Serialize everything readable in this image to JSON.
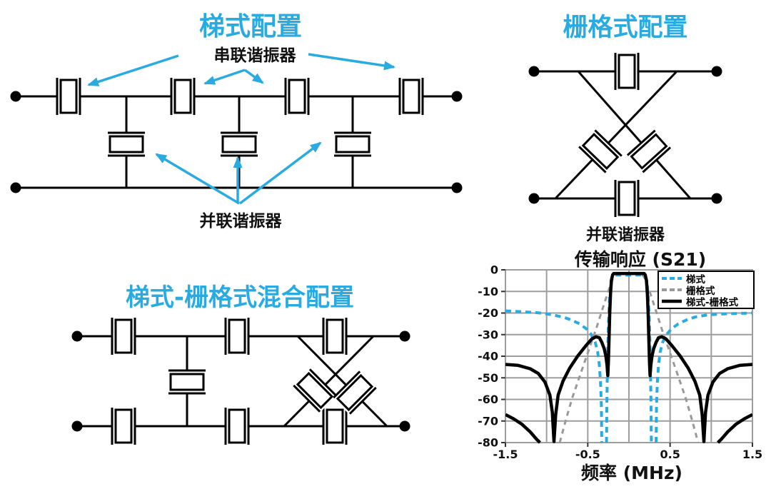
{
  "colors": {
    "accent_blue": "#29ABE2",
    "lattice_gray": "#999999",
    "hybrid_black": "#000000"
  },
  "ladder_panel": {
    "title": "梯式配置",
    "series_resonator_label": "串联谐振器",
    "shunt_resonator_label": "并联谐振器"
  },
  "lattice_panel": {
    "title": "栅格式配置",
    "shunt_resonator_label": "并联谐振器"
  },
  "hybrid_panel": {
    "title": "梯式-栅格式混合配置"
  },
  "chart_data": {
    "type": "line",
    "title": "传输响应 (S21)",
    "xlabel": "频率 (MHz)",
    "ylabel": "",
    "xlim": [
      -1.5,
      1.5
    ],
    "ylim": [
      -80,
      0
    ],
    "grid": true,
    "legend_position": "top-right",
    "xticks": [
      -1.5,
      -1.0,
      -0.5,
      0,
      0.5,
      1.0,
      1.5
    ],
    "xtick_labels": [
      "-1.5",
      "",
      "-0.5",
      "",
      "0.5",
      "",
      "1.5"
    ],
    "yticks": [
      0,
      -10,
      -20,
      -30,
      -40,
      -50,
      -60,
      -70,
      -80
    ],
    "ytick_labels": [
      "0",
      "-10",
      "-20",
      "-30",
      "-40",
      "-50",
      "-60",
      "-70",
      "-80"
    ],
    "series": [
      {
        "name": "梯式",
        "color": "#29ABE2",
        "style": "dashed",
        "width": 4,
        "dash": [
          8,
          6
        ],
        "segments": [
          [
            [
              -1.5,
              -19
            ],
            [
              -1.3,
              -19.4
            ],
            [
              -1.1,
              -19.9
            ],
            [
              -0.95,
              -20.7
            ],
            [
              -0.8,
              -21.9
            ],
            [
              -0.7,
              -23.2
            ],
            [
              -0.6,
              -25
            ],
            [
              -0.52,
              -27.2
            ],
            [
              -0.46,
              -29.8
            ],
            [
              -0.41,
              -33.5
            ],
            [
              -0.38,
              -38
            ],
            [
              -0.36,
              -44
            ],
            [
              -0.345,
              -52
            ],
            [
              -0.335,
              -63
            ],
            [
              -0.33,
              -80
            ]
          ],
          [
            [
              -0.272,
              -80
            ],
            [
              -0.268,
              -62
            ],
            [
              -0.262,
              -47
            ],
            [
              -0.254,
              -32
            ],
            [
              -0.244,
              -20
            ],
            [
              -0.232,
              -11
            ],
            [
              -0.218,
              -5.5
            ],
            [
              -0.2,
              -3
            ],
            [
              -0.17,
              -2.4
            ],
            [
              0,
              -2.4
            ],
            [
              0.17,
              -2.4
            ],
            [
              0.2,
              -3
            ],
            [
              0.218,
              -5.5
            ],
            [
              0.232,
              -11
            ],
            [
              0.244,
              -20
            ],
            [
              0.254,
              -32
            ],
            [
              0.262,
              -47
            ],
            [
              0.268,
              -62
            ],
            [
              0.272,
              -80
            ]
          ],
          [
            [
              0.33,
              -80
            ],
            [
              0.335,
              -63
            ],
            [
              0.345,
              -52
            ],
            [
              0.36,
              -44
            ],
            [
              0.38,
              -38
            ],
            [
              0.41,
              -33.5
            ],
            [
              0.46,
              -29.8
            ],
            [
              0.52,
              -27.2
            ],
            [
              0.6,
              -25
            ],
            [
              0.7,
              -23.2
            ],
            [
              0.8,
              -21.9
            ],
            [
              0.95,
              -20.9
            ],
            [
              1.1,
              -20.5
            ],
            [
              1.3,
              -20.2
            ],
            [
              1.5,
              -20
            ]
          ]
        ]
      },
      {
        "name": "栅格式",
        "color": "#999999",
        "style": "dashed",
        "width": 3,
        "dash": [
          7,
          6
        ],
        "segments": [
          [
            [
              -0.84,
              -80
            ],
            [
              -0.77,
              -70
            ],
            [
              -0.69,
              -59.5
            ],
            [
              -0.6,
              -49.5
            ],
            [
              -0.5,
              -38.5
            ],
            [
              -0.4,
              -27.5
            ],
            [
              -0.32,
              -18
            ],
            [
              -0.26,
              -11
            ],
            [
              -0.215,
              -6
            ],
            [
              -0.185,
              -3.3
            ],
            [
              -0.155,
              -2.1
            ],
            [
              -0.1,
              -1.8
            ],
            [
              0.1,
              -1.8
            ],
            [
              0.155,
              -2.1
            ],
            [
              0.185,
              -3.3
            ],
            [
              0.215,
              -6
            ],
            [
              0.26,
              -11
            ],
            [
              0.32,
              -18
            ],
            [
              0.4,
              -27.5
            ],
            [
              0.5,
              -38.5
            ],
            [
              0.6,
              -49.5
            ],
            [
              0.69,
              -59.5
            ],
            [
              0.77,
              -70
            ],
            [
              0.84,
              -80
            ]
          ]
        ]
      },
      {
        "name": "梯式-栅格式",
        "color": "#000000",
        "style": "solid",
        "width": 4.5,
        "segments": [
          [
            [
              -1.5,
              -43.8
            ],
            [
              -1.35,
              -44.2
            ],
            [
              -1.2,
              -45.8
            ],
            [
              -1.1,
              -48
            ],
            [
              -1.02,
              -52
            ],
            [
              -0.96,
              -58
            ],
            [
              -0.93,
              -66
            ],
            [
              -0.91,
              -79.5
            ],
            [
              -0.89,
              -67
            ],
            [
              -0.86,
              -58
            ],
            [
              -0.8,
              -51.5
            ],
            [
              -0.72,
              -45.5
            ],
            [
              -0.62,
              -39.8
            ],
            [
              -0.52,
              -35
            ],
            [
              -0.45,
              -32
            ],
            [
              -0.4,
              -31
            ],
            [
              -0.36,
              -31.4
            ],
            [
              -0.33,
              -33.5
            ],
            [
              -0.3,
              -36.5
            ],
            [
              -0.28,
              -40
            ],
            [
              -0.266,
              -44
            ],
            [
              -0.257,
              -49
            ],
            [
              -0.249,
              -42
            ],
            [
              -0.241,
              -31
            ],
            [
              -0.233,
              -20
            ],
            [
              -0.224,
              -11
            ],
            [
              -0.212,
              -4.8
            ],
            [
              -0.198,
              -2.3
            ],
            [
              -0.185,
              -1.7
            ],
            [
              0,
              -1.7
            ],
            [
              0.185,
              -1.7
            ],
            [
              0.198,
              -2.3
            ],
            [
              0.212,
              -4.8
            ],
            [
              0.224,
              -11
            ],
            [
              0.233,
              -20
            ],
            [
              0.241,
              -31
            ],
            [
              0.249,
              -42
            ],
            [
              0.257,
              -49
            ],
            [
              0.266,
              -44
            ],
            [
              0.28,
              -40
            ],
            [
              0.3,
              -36.5
            ],
            [
              0.33,
              -33.5
            ],
            [
              0.36,
              -31.4
            ],
            [
              0.4,
              -31
            ],
            [
              0.45,
              -32
            ],
            [
              0.52,
              -35
            ],
            [
              0.62,
              -39.8
            ],
            [
              0.72,
              -45.5
            ],
            [
              0.8,
              -51.5
            ],
            [
              0.86,
              -58
            ],
            [
              0.89,
              -67
            ],
            [
              0.91,
              -79.5
            ],
            [
              0.93,
              -66
            ],
            [
              0.96,
              -58
            ],
            [
              1.02,
              -52
            ],
            [
              1.1,
              -48
            ],
            [
              1.2,
              -45.8
            ],
            [
              1.35,
              -44.2
            ],
            [
              1.5,
              -43.8
            ]
          ],
          [
            [
              -1.5,
              -67
            ],
            [
              -1.4,
              -69
            ],
            [
              -1.3,
              -71.5
            ],
            [
              -1.2,
              -75
            ],
            [
              -1.12,
              -78.5
            ],
            [
              -1.08,
              -80
            ]
          ],
          [
            [
              1.08,
              -80
            ],
            [
              1.12,
              -78.5
            ],
            [
              1.2,
              -75
            ],
            [
              1.3,
              -71.5
            ],
            [
              1.4,
              -69
            ],
            [
              1.5,
              -67
            ]
          ]
        ]
      }
    ]
  }
}
